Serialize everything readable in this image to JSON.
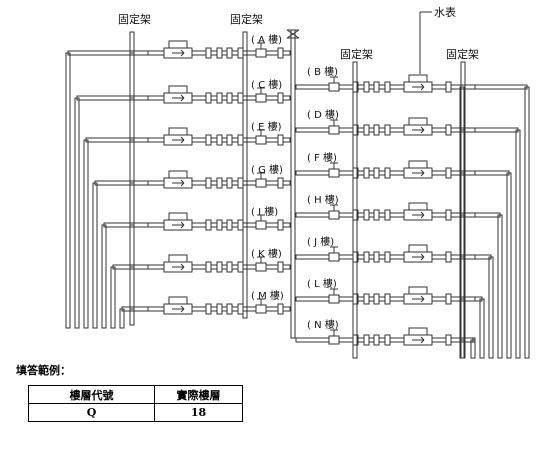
{
  "labels": {
    "support": "固定架",
    "meter": "水表"
  },
  "left_column": {
    "floors": [
      "A",
      "C",
      "E",
      "G",
      "I",
      "K",
      "M"
    ],
    "floor_suffix": "樓"
  },
  "right_column": {
    "floors": [
      "B",
      "D",
      "F",
      "H",
      "J",
      "L",
      "N"
    ],
    "floor_suffix": "樓"
  },
  "example": {
    "title": "填答範例：",
    "headers": [
      "樓層代號",
      "實際樓層"
    ],
    "rows": [
      [
        "Q",
        "18"
      ]
    ]
  }
}
